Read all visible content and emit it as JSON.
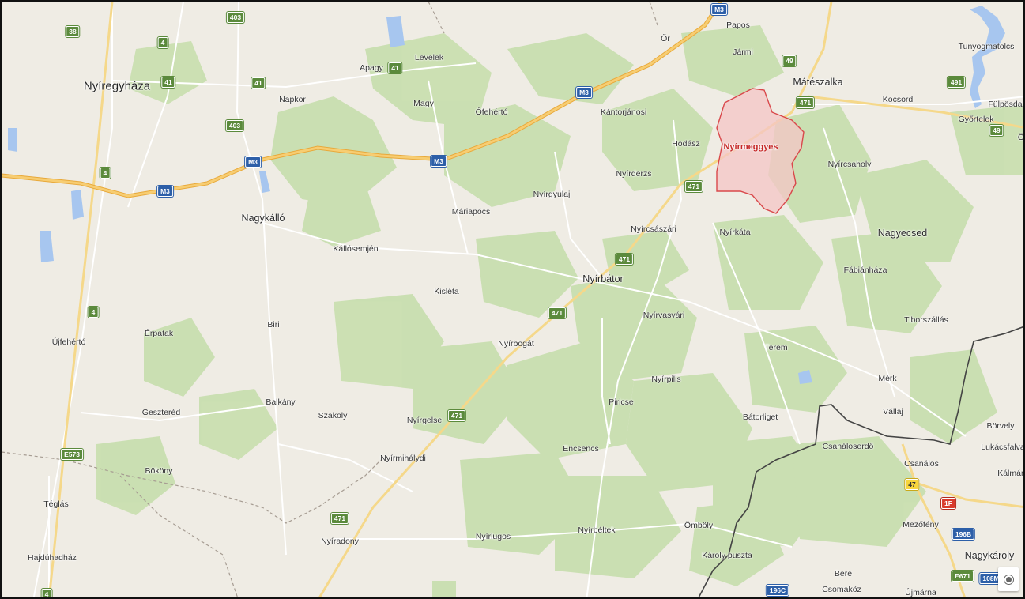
{
  "map": {
    "highlighted_area": "Nyírmeggyes",
    "places": [
      {
        "id": "nyiregyhaza",
        "label": "Nyíregyháza",
        "size": "city"
      },
      {
        "id": "mateszalka",
        "label": "Mátészalka",
        "size": "town"
      },
      {
        "id": "nyirbator",
        "label": "Nyírbátor",
        "size": "town"
      },
      {
        "id": "nagykaroly",
        "label": "Nagykároly",
        "size": "town"
      },
      {
        "id": "nagykallo",
        "label": "Nagykálló",
        "size": "town"
      },
      {
        "id": "nagyecsed",
        "label": "Nagyecsed",
        "size": "town"
      },
      {
        "id": "ujfeherto",
        "label": "Újfehértó",
        "size": "town"
      },
      {
        "id": "nyiradony",
        "label": "Nyíradony",
        "size": "town"
      },
      {
        "id": "hajduhadhaz",
        "label": "Hajdúhadház",
        "size": "town"
      },
      {
        "id": "levelek",
        "label": "Levelek"
      },
      {
        "id": "apagy",
        "label": "Apagy"
      },
      {
        "id": "napkor",
        "label": "Napkor"
      },
      {
        "id": "magy",
        "label": "Magy"
      },
      {
        "id": "ofeherto",
        "label": "Ófehértó"
      },
      {
        "id": "kantorjanosi",
        "label": "Kántorjánosi"
      },
      {
        "id": "or",
        "label": "Őr"
      },
      {
        "id": "papos",
        "label": "Papos"
      },
      {
        "id": "jarmi",
        "label": "Jármi"
      },
      {
        "id": "tunyogmatolcs",
        "label": "Tunyogmatolcs"
      },
      {
        "id": "kocsord",
        "label": "Kocsord"
      },
      {
        "id": "fulposdaro",
        "label": "Fülpösda"
      },
      {
        "id": "gyortelek",
        "label": "Győrtelek"
      },
      {
        "id": "o",
        "label": "Ö"
      },
      {
        "id": "hodasz",
        "label": "Hodász"
      },
      {
        "id": "nyirderzs",
        "label": "Nyírderzs"
      },
      {
        "id": "nyircsaholy",
        "label": "Nyírcsaholy"
      },
      {
        "id": "nyirgyulaj",
        "label": "Nyírgyulaj"
      },
      {
        "id": "mariapocs",
        "label": "Máriapócs"
      },
      {
        "id": "nyircsaszari",
        "label": "Nyírcsászári"
      },
      {
        "id": "nyirkata",
        "label": "Nyírkáta"
      },
      {
        "id": "kallosemjen",
        "label": "Kállósemjén"
      },
      {
        "id": "fabianhaza",
        "label": "Fábiánháza"
      },
      {
        "id": "kisleta",
        "label": "Kisléta"
      },
      {
        "id": "nyirvasvari",
        "label": "Nyírvasvári"
      },
      {
        "id": "tiborszallas",
        "label": "Tiborszállás"
      },
      {
        "id": "erpatak",
        "label": "Érpatak"
      },
      {
        "id": "biri",
        "label": "Biri"
      },
      {
        "id": "terem",
        "label": "Terem"
      },
      {
        "id": "nyirbogat",
        "label": "Nyírbogát"
      },
      {
        "id": "merk",
        "label": "Mérk"
      },
      {
        "id": "nyirpilis",
        "label": "Nyírpilis"
      },
      {
        "id": "geszterd",
        "label": "Geszteréd"
      },
      {
        "id": "balkany",
        "label": "Balkány"
      },
      {
        "id": "szakoly",
        "label": "Szakoly"
      },
      {
        "id": "nyirgelse",
        "label": "Nyírgelse"
      },
      {
        "id": "piricse",
        "label": "Piricse"
      },
      {
        "id": "batorliget",
        "label": "Bátorliget"
      },
      {
        "id": "vallaj",
        "label": "Vállaj"
      },
      {
        "id": "borvely",
        "label": "Börvely"
      },
      {
        "id": "lukacsfalva",
        "label": "Lukácsfalva"
      },
      {
        "id": "csanaloserdo",
        "label": "Csanáloserdő"
      },
      {
        "id": "csanalos",
        "label": "Csanálos"
      },
      {
        "id": "kalman",
        "label": "Kálmán"
      },
      {
        "id": "bokony",
        "label": "Bököny"
      },
      {
        "id": "nyirmihalydi",
        "label": "Nyírmihálydi"
      },
      {
        "id": "encsencs",
        "label": "Encsencs"
      },
      {
        "id": "teglas",
        "label": "Téglás"
      },
      {
        "id": "mezofeny",
        "label": "Mezőfény"
      },
      {
        "id": "ombloy",
        "label": "Ömböly"
      },
      {
        "id": "nyirbeltek",
        "label": "Nyírbéltek"
      },
      {
        "id": "nyirlugos",
        "label": "Nyírlugos"
      },
      {
        "id": "karolypuszta",
        "label": "Károly puszta"
      },
      {
        "id": "bere",
        "label": "Bere"
      },
      {
        "id": "csomakoz",
        "label": "Csomaköz"
      },
      {
        "id": "ujmarna",
        "label": "Újmárna"
      }
    ],
    "road_shields": [
      {
        "id": "r38",
        "label": "38",
        "type": "national"
      },
      {
        "id": "r403a",
        "label": "403",
        "type": "national"
      },
      {
        "id": "r4a",
        "label": "4",
        "type": "national"
      },
      {
        "id": "r41a",
        "label": "41",
        "type": "national"
      },
      {
        "id": "r41b",
        "label": "41",
        "type": "national"
      },
      {
        "id": "r41c",
        "label": "41",
        "type": "national"
      },
      {
        "id": "r403b",
        "label": "403",
        "type": "national"
      },
      {
        "id": "m3a",
        "label": "M3",
        "type": "motorway"
      },
      {
        "id": "m3b",
        "label": "M3",
        "type": "motorway"
      },
      {
        "id": "m3c",
        "label": "M3",
        "type": "motorway"
      },
      {
        "id": "m3d",
        "label": "M3",
        "type": "motorway"
      },
      {
        "id": "m3e",
        "label": "M3",
        "type": "motorway"
      },
      {
        "id": "r4b",
        "label": "4",
        "type": "national"
      },
      {
        "id": "r4c",
        "label": "4",
        "type": "national"
      },
      {
        "id": "r4d",
        "label": "4",
        "type": "national"
      },
      {
        "id": "r49a",
        "label": "49",
        "type": "national"
      },
      {
        "id": "r49b",
        "label": "49",
        "type": "national"
      },
      {
        "id": "r491",
        "label": "491",
        "type": "national"
      },
      {
        "id": "r471a",
        "label": "471",
        "type": "national"
      },
      {
        "id": "r471b",
        "label": "471",
        "type": "national"
      },
      {
        "id": "r471c",
        "label": "471",
        "type": "national"
      },
      {
        "id": "r471d",
        "label": "471",
        "type": "national"
      },
      {
        "id": "r471e",
        "label": "471",
        "type": "national"
      },
      {
        "id": "r471f",
        "label": "471",
        "type": "national"
      },
      {
        "id": "e573",
        "label": "E573",
        "type": "national"
      },
      {
        "id": "r47",
        "label": "47",
        "type": "yellow"
      },
      {
        "id": "r1f",
        "label": "1F",
        "type": "red"
      },
      {
        "id": "r196b",
        "label": "196B",
        "type": "navy"
      },
      {
        "id": "r196c",
        "label": "196C",
        "type": "navy"
      },
      {
        "id": "e671",
        "label": "E671",
        "type": "national"
      },
      {
        "id": "r108m",
        "label": "108M",
        "type": "navy"
      }
    ],
    "colors": {
      "land": "#efece4",
      "forest": "#c9dfb0",
      "water": "#a7c6ef",
      "motorway": "#f3c060",
      "highlight_fill": "#f4c6c6",
      "highlight_border": "#d9484b",
      "border": "#444444"
    }
  }
}
